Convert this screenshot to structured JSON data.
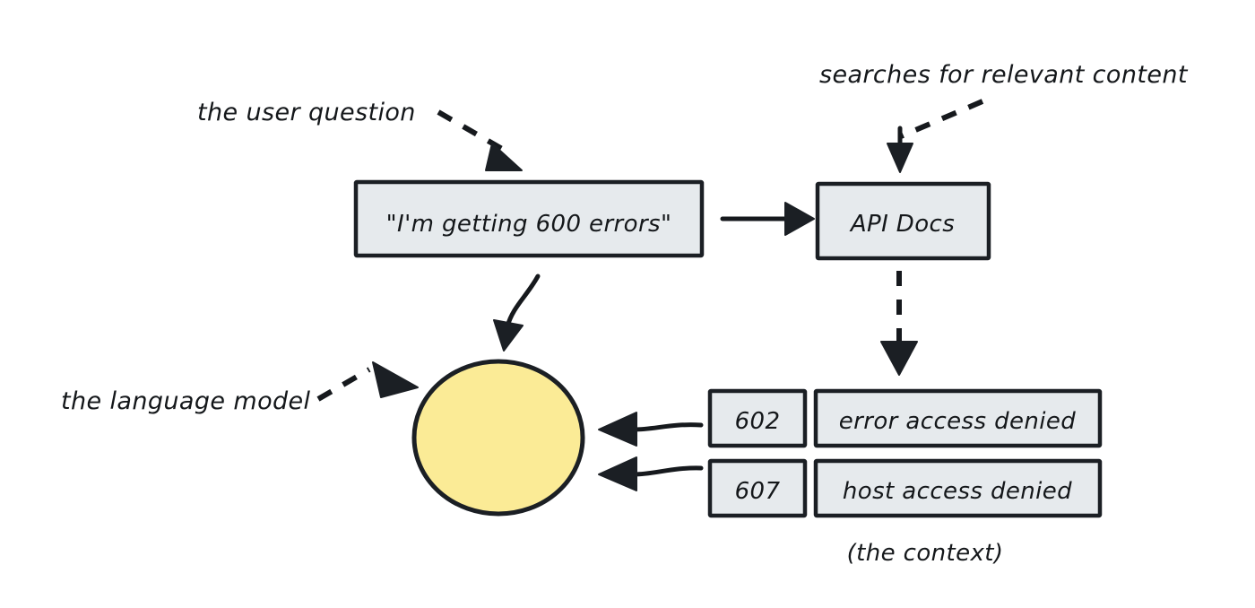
{
  "diagram": {
    "title": "retrieval augmented generation flow",
    "background_color": "#ffffff",
    "palette": {
      "box_fill": "#e6eaed",
      "box_stroke": "#1b1f24",
      "model_fill": "#fbeb96",
      "ink": "#16191d"
    },
    "annotations": [
      {
        "id": "user-question-label",
        "text": "the user question"
      },
      {
        "id": "searches-label",
        "text": "searches for relevant content"
      },
      {
        "id": "language-model-label",
        "text": "the language model"
      },
      {
        "id": "context-caption",
        "text": "(the context)"
      }
    ],
    "nodes": [
      {
        "id": "question-box",
        "label": "\"I'm getting 600 errors\"",
        "shape": "rectangle"
      },
      {
        "id": "api-docs-box",
        "label": "API Docs",
        "shape": "rectangle"
      },
      {
        "id": "language-model-circle",
        "label": "",
        "shape": "ellipse"
      }
    ],
    "context_rows": [
      {
        "code": "602",
        "message": "error access denied"
      },
      {
        "code": "607",
        "message": "host access denied"
      }
    ],
    "edges": [
      {
        "id": "question-to-apidocs",
        "style": "solid",
        "from": "question-box",
        "to": "api-docs-box"
      },
      {
        "id": "question-to-model",
        "style": "solid-curved",
        "from": "question-box",
        "to": "language-model-circle"
      },
      {
        "id": "apidocs-to-context",
        "style": "dashed",
        "from": "api-docs-box",
        "to": "context-rows"
      },
      {
        "id": "context-row-1-to-model",
        "style": "solid",
        "from": "context-row-1",
        "to": "language-model-circle"
      },
      {
        "id": "context-row-2-to-model",
        "style": "solid",
        "from": "context-row-2",
        "to": "language-model-circle"
      },
      {
        "id": "user-question-pointer",
        "style": "dashed",
        "from": "user-question-label",
        "to": "question-box"
      },
      {
        "id": "searches-pointer",
        "style": "dashed",
        "from": "searches-label",
        "to": "api-docs-box"
      },
      {
        "id": "language-model-pointer",
        "style": "dashed",
        "from": "language-model-label",
        "to": "language-model-circle"
      }
    ]
  }
}
